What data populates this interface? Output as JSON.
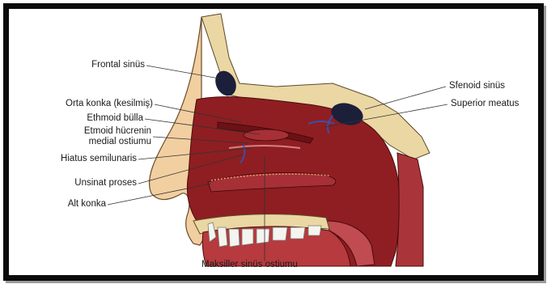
{
  "labels": {
    "frontal": "Frontal sinüs",
    "orta_konka": "Orta konka (kesilmiş)",
    "ethmoid_bulla": "Ethmoid bülla",
    "etmoid_hucre_1": "Etmoid hücrenin",
    "etmoid_hucre_2": "medial ostiumu",
    "hiatus": "Hiatus semilunaris",
    "unsinat": "Unsinat proses",
    "alt_konka": "Alt konka",
    "sfenoid": "Sfenoid sinüs",
    "superior_meatus": "Superior meatus",
    "maksiller": "Maksiller sinüs ostiumu"
  },
  "colors": {
    "mucosa": "#8e1e22",
    "mucosa_dark": "#6a1216",
    "bone": "#ead7a3",
    "skin": "#f2cfa0",
    "sinus": "#1b1f3a",
    "teeth": "#f4f4f0",
    "frame": "#0b0b0b"
  }
}
